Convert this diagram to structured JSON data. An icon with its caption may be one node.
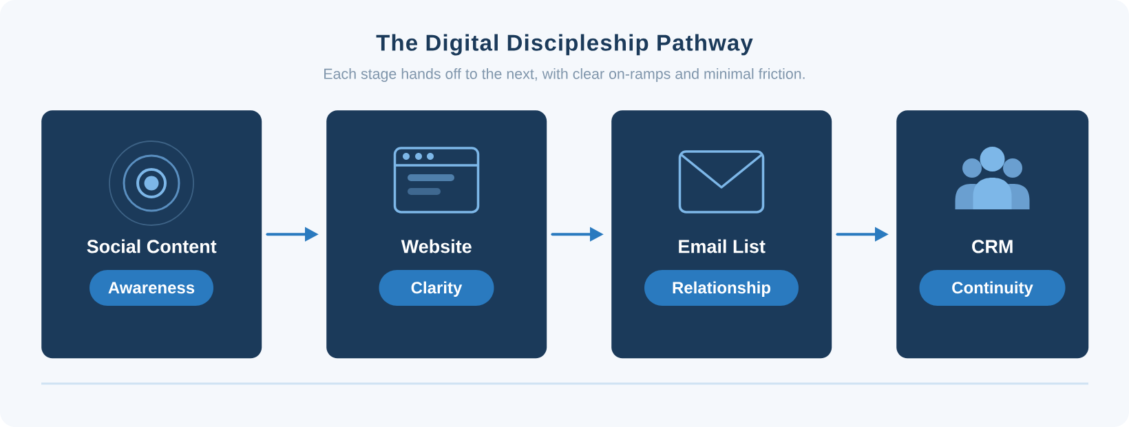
{
  "diagram": {
    "title": "The Digital Discipleship Pathway",
    "nodes": [
      {
        "text": [
          "Social Content"
        ]
      },
      {
        "text": [
          "Awareness"
        ],
        "in": 0
      },
      {
        "text": [
          "Website"
        ]
      },
      {
        "text": [
          "Clarity"
        ],
        "in": 2
      },
      {
        "text": [
          "Email List"
        ]
      },
      {
        "text": [
          "Relationship"
        ],
        "in": 4
      },
      {
        "text": [
          "CRM"
        ]
      },
      {
        "text": [
          "Continuity"
        ],
        "in": 6
      }
    ],
    "edges": [
      {
        "from": 0,
        "to": 2,
        "arrow": "to"
      },
      {
        "from": 2,
        "to": 4,
        "arrow": "to"
      },
      {
        "from": 4,
        "to": 6,
        "arrow": "to"
      }
    ],
    "labels": [
      "Each stage hands off to the next, with clear on-ramps and minimal friction."
    ]
  }
}
